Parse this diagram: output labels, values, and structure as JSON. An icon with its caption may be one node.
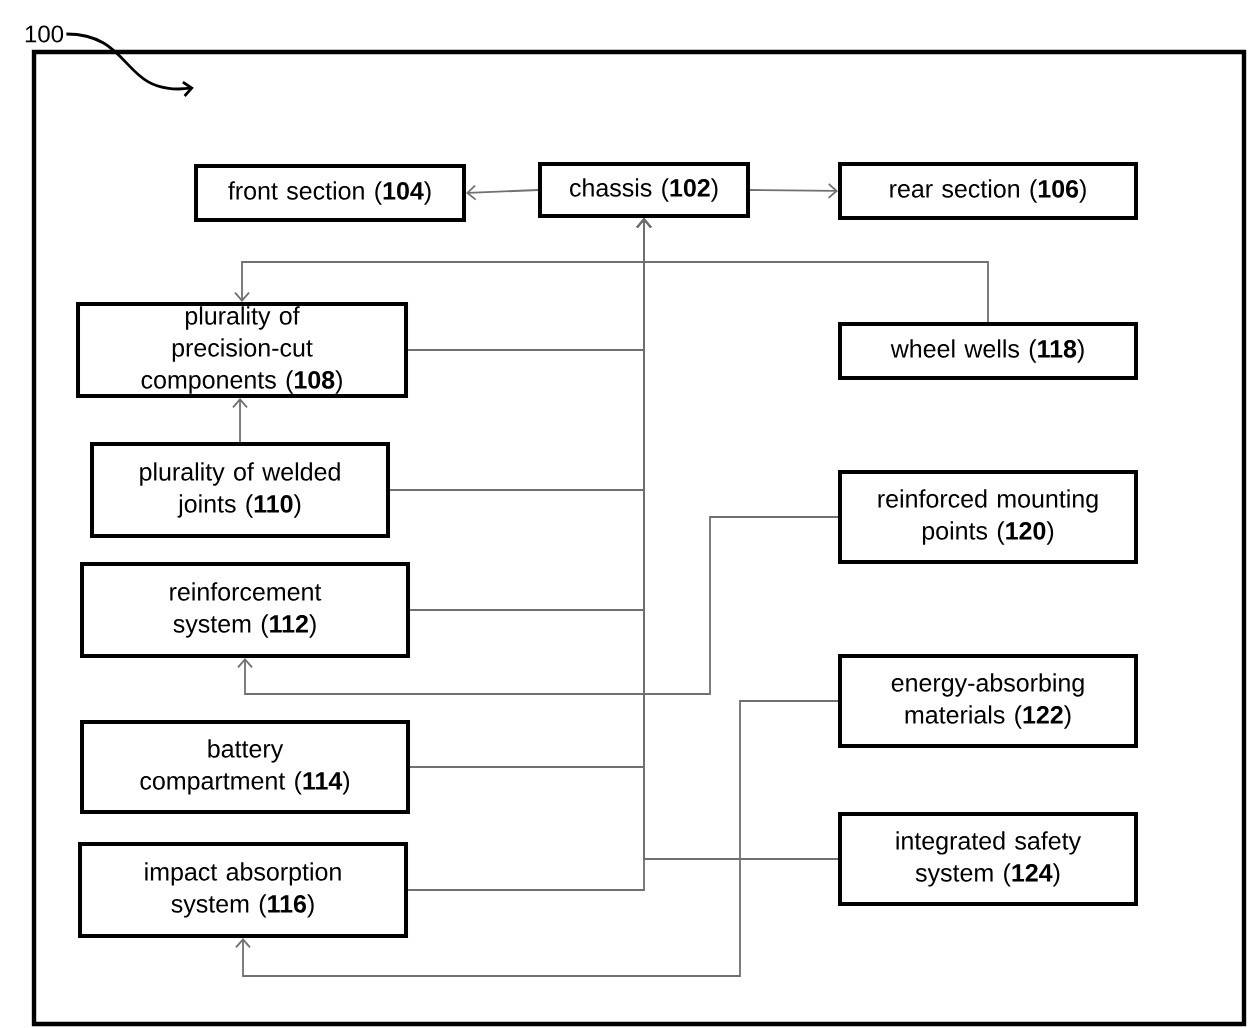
{
  "diagram": {
    "nodes": [
      {
        "text": [
          "100"
        ]
      },
      {
        "text": [],
        "shape": "box"
      },
      {
        "text": [
          "chassis (**102**)"
        ],
        "in": 1
      },
      {
        "text": [
          "front section (**104**)"
        ],
        "in": 1
      },
      {
        "text": [
          "rear section (**106**)"
        ],
        "in": 1
      },
      {
        "text": [
          "plurality of precision-cut components (**108**)"
        ],
        "in": 1
      },
      {
        "text": [
          "wheel wells (**118**)"
        ],
        "in": 1
      },
      {
        "text": [
          "plurality of welded joints (**110**)"
        ],
        "in": 1
      },
      {
        "text": [
          "reinforced mounting points (**120**)"
        ],
        "in": 1
      },
      {
        "text": [
          "reinforcement system (**112**)"
        ],
        "in": 1
      },
      {
        "text": [
          "energy-absorbing materials (**122**)"
        ],
        "in": 1
      },
      {
        "text": [
          "battery compartment (**114**)"
        ],
        "in": 1
      },
      {
        "text": [
          "integrated safety system (**124**)"
        ],
        "in": 1
      },
      {
        "text": [
          "impact absorption system (**116**)"
        ],
        "in": 1
      }
    ],
    "edges": [
      {
        "from": 0,
        "to": 1,
        "arrow": "to",
        "color": "#000000"
      },
      {
        "from": 2,
        "to": 3,
        "arrow": "to"
      },
      {
        "from": 2,
        "to": 4,
        "arrow": "to"
      },
      {
        "from": 6,
        "to": 5,
        "arrow": "to"
      },
      {
        "from": 7,
        "to": 5,
        "arrow": "to"
      },
      {
        "from": 5,
        "to": 2,
        "arrow": "to"
      },
      {
        "from": 7,
        "to": 2,
        "arrow": "to"
      },
      {
        "from": 9,
        "to": 2,
        "arrow": "to"
      },
      {
        "from": 11,
        "to": 2,
        "arrow": "to"
      },
      {
        "from": 13,
        "to": 2,
        "arrow": "to"
      },
      {
        "from": 12,
        "to": 2,
        "arrow": "to"
      },
      {
        "from": 8,
        "to": 9,
        "arrow": "to"
      },
      {
        "from": 10,
        "to": 13,
        "arrow": "to"
      }
    ]
  }
}
